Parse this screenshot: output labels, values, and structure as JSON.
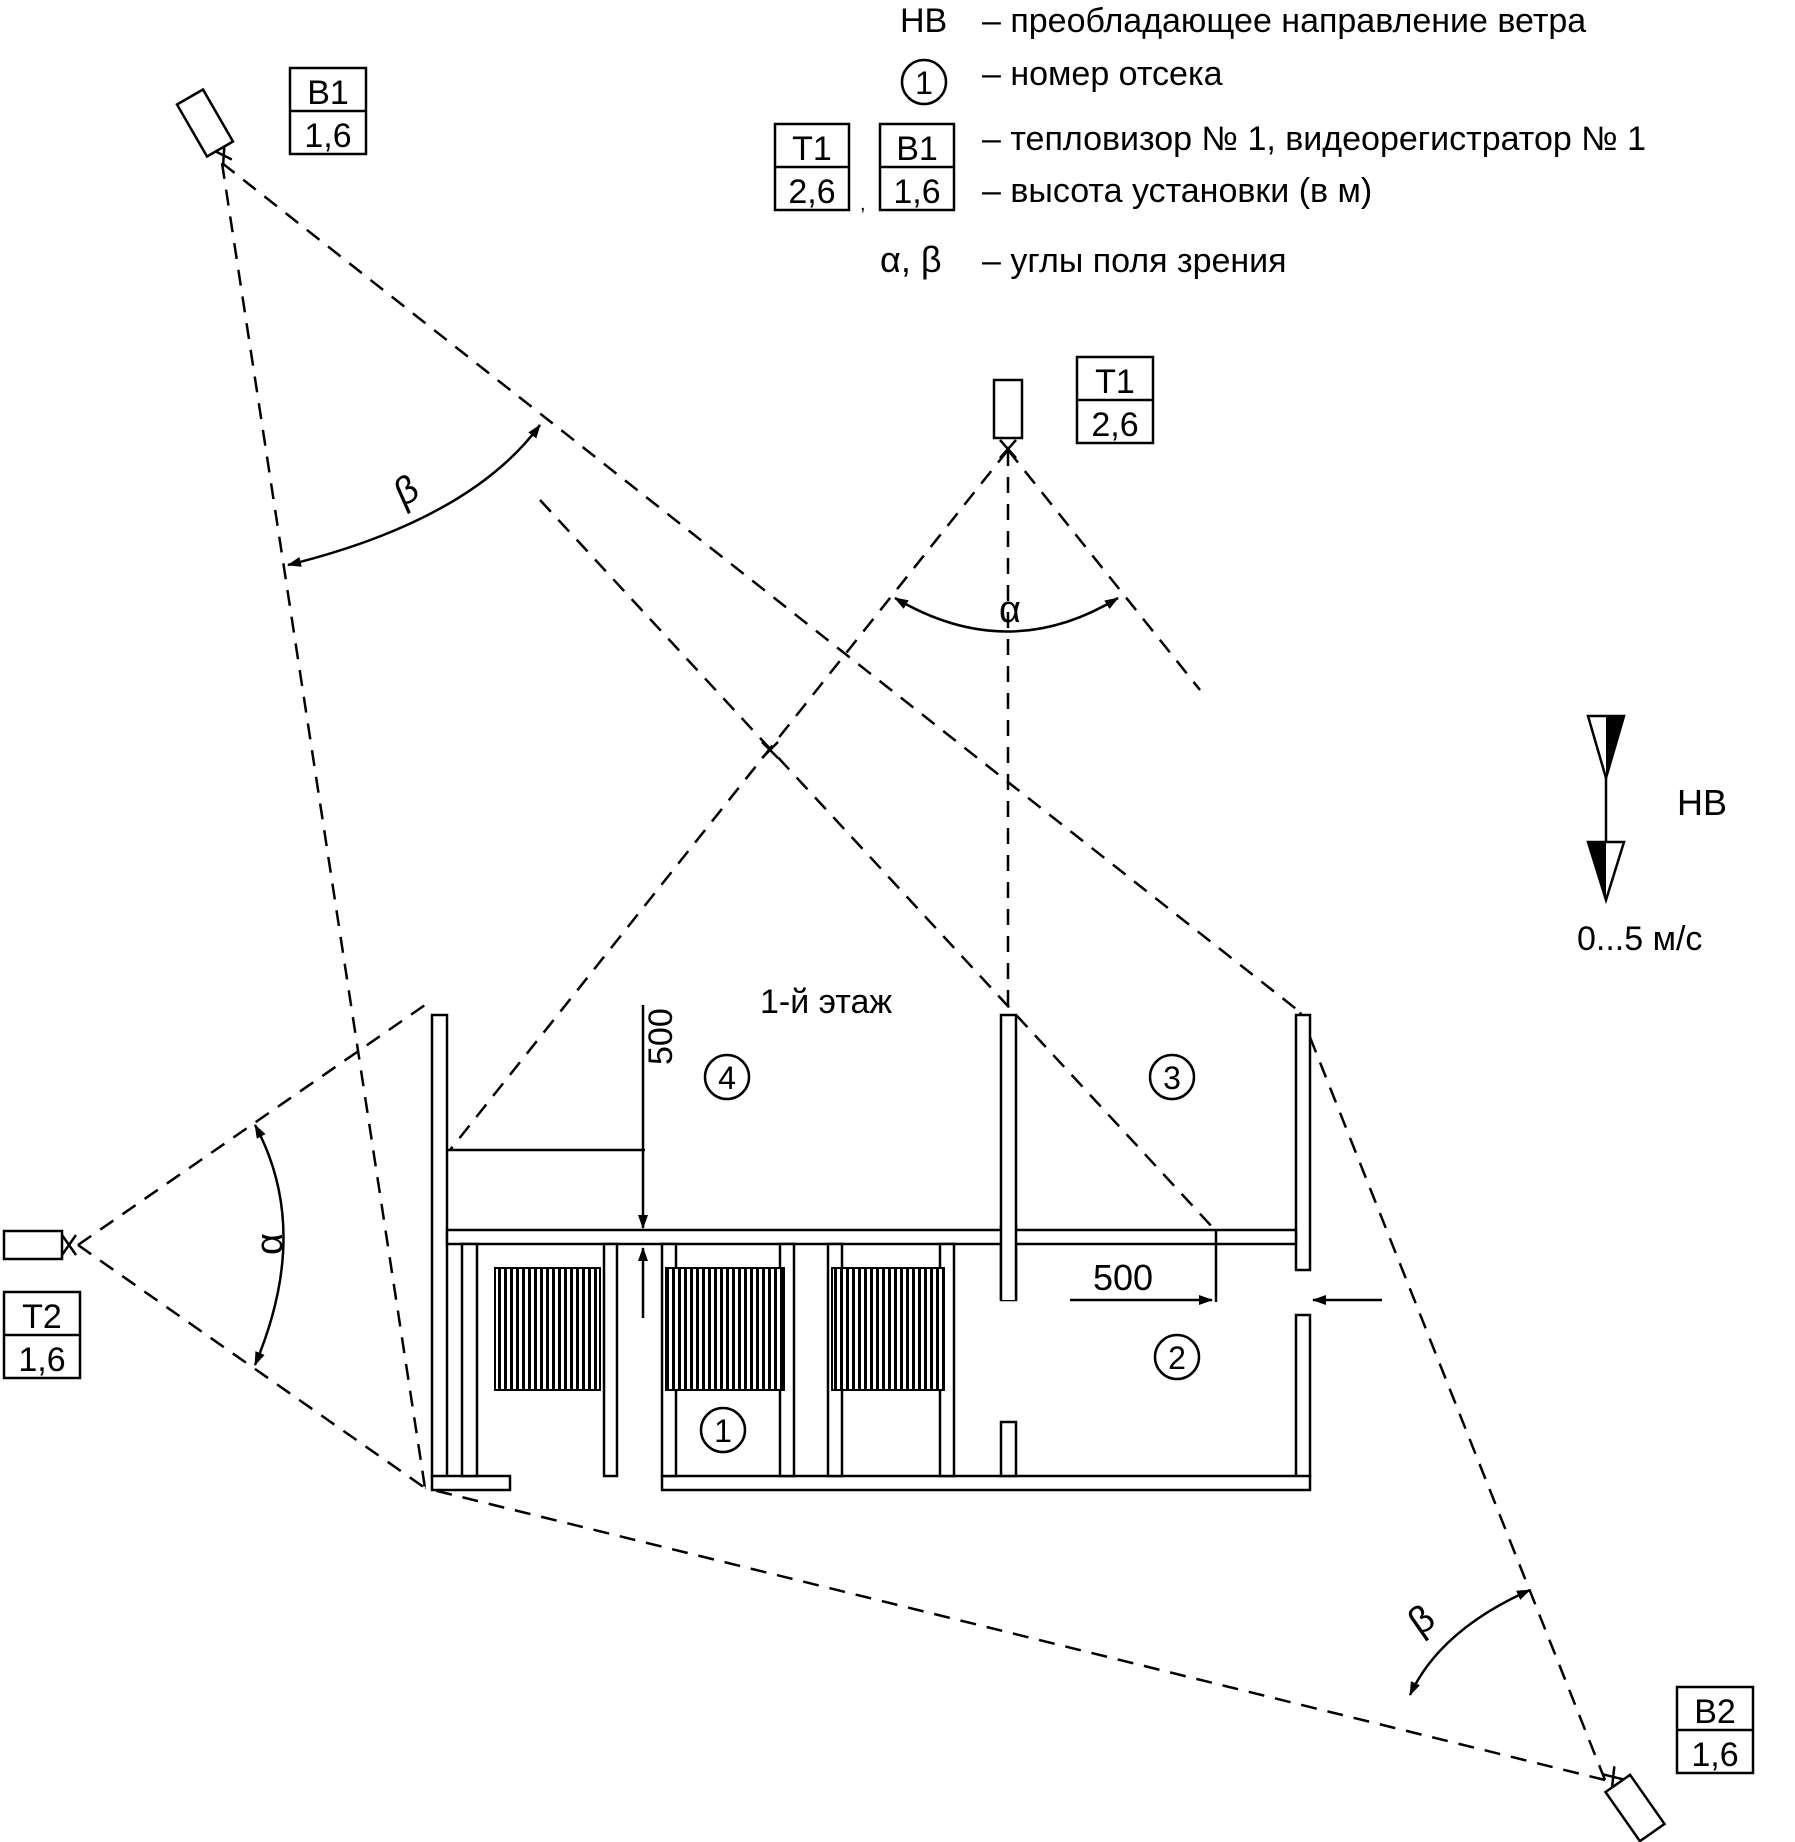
{
  "legend": {
    "wind_abbr": "НВ",
    "wind_text": "– преобладающее направление ветра",
    "compartment_symbol": "1",
    "compartment_text": "– номер отсека",
    "device_text": "– тепловизор № 1, видеорегистратор № 1",
    "height_text": "– высота установки (в м)",
    "sample_t_name": "Т1",
    "sample_t_height": "2,6",
    "sample_b_name": "В1",
    "sample_b_height": "1,6",
    "angles_symbol": "α, β",
    "angles_text": "– углы поля зрения"
  },
  "devices": {
    "b1": {
      "name": "В1",
      "height": "1,6"
    },
    "t1": {
      "name": "Т1",
      "height": "2,6"
    },
    "t2": {
      "name": "Т2",
      "height": "1,6"
    },
    "b2": {
      "name": "В2",
      "height": "1,6"
    }
  },
  "angles": {
    "alpha": "α",
    "beta": "β"
  },
  "wind": {
    "label": "НВ",
    "speed": "0...5 м/с"
  },
  "plan": {
    "floor": "1-й этаж",
    "dim_vertical": "500",
    "dim_horizontal": "500",
    "compartments": [
      "1",
      "2",
      "3",
      "4"
    ]
  },
  "colors": {
    "ink": "#000000",
    "background": "#ffffff"
  }
}
